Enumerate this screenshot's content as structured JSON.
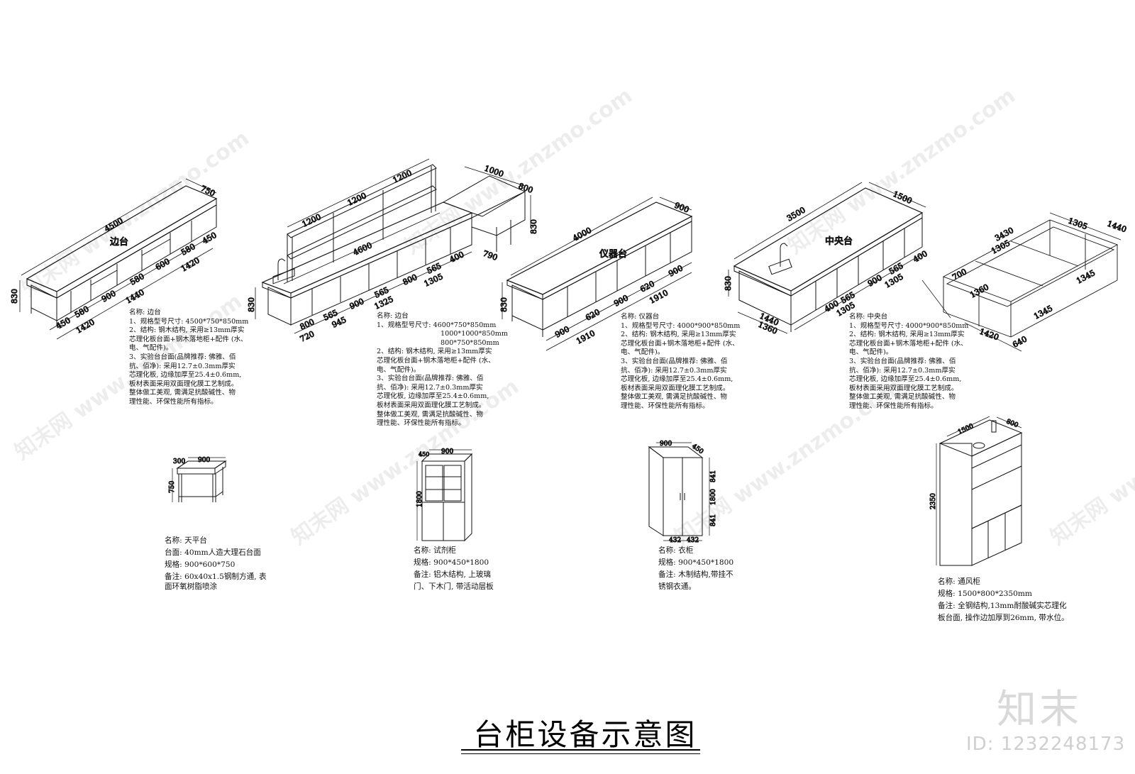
{
  "title": "台柜设备示意图",
  "brand": {
    "name": "知末",
    "id": "ID: 1232248173"
  },
  "watermark": "知末网 www.znzmo.com",
  "items": [
    {
      "key": "side_bench",
      "label": "边台",
      "dims": [
        "4500",
        "750",
        "830",
        "450",
        "580",
        "900",
        "580",
        "600",
        "580",
        "450",
        "1420",
        "1440",
        "1420"
      ],
      "desc": [
        "名称: 边台",
        "1、规格型号尺寸: 4500*750*850mm",
        "2、结构: 钢木结构, 采用≥13mm厚实",
        "芯理化板台面+钢木落地柜+配件 (水、",
        "电、气配件)。",
        "3、实验台台面(品牌推荐: 佛雅、佰",
        "抗、佰净): 采用12.7±0.3mm厚实",
        "芯理化板, 边缘加厚至25.4±0.6mm,",
        "板材表面采用双面理化膜工艺制成。",
        "整体做工美观, 需满足抗酸碱性、物",
        "理性能、环保性能所有指标。"
      ]
    },
    {
      "key": "side_bench_l",
      "label": "边台",
      "dims": [
        "1200",
        "1200",
        "1200",
        "4600",
        "1000",
        "800",
        "830",
        "830",
        "800",
        "565",
        "900",
        "565",
        "800",
        "565",
        "400",
        "720",
        "945",
        "1325",
        "1305",
        "790"
      ],
      "desc": [
        "名称: 边台",
        "1、规格型号尺寸: 4600*750*850mm",
        "1000*1000*850mm",
        "800*750*850mm",
        "2、结构: 钢木结构, 采用≥13mm厚实",
        "芯理化板台面+钢木落地柜+配件 (水、",
        "电、气配件)。",
        "3、实验台台面(品牌推荐: 佛雅、佰",
        "抗、佰净): 采用12.7±0.3mm厚实",
        "芯理化板, 边缘加厚至25.4±0.6mm,",
        "板材表面采用双面理化膜工艺制成。",
        "整体做工美观, 需满足抗酸碱性、物",
        "理性能、环保性能所有指标。"
      ]
    },
    {
      "key": "instrument_bench",
      "label": "仪器台",
      "dims": [
        "4000",
        "900",
        "830",
        "900",
        "620",
        "900",
        "620",
        "900",
        "1910",
        "1910"
      ],
      "desc": [
        "名称: 仪器台",
        "1、规格型号尺寸: 4000*900*850mm",
        "2、结构: 钢木结构, 采用≥13mm厚实",
        "芯理化板台面+钢木落地柜+配件 (水、",
        "电、气配件)。",
        "3、实验台台面(品牌推荐: 佛雅、佰",
        "抗、佰净): 采用12.7±0.3mm厚实",
        "芯理化板, 边缘加厚至25.4±0.6mm,",
        "板材表面采用双面理化膜工艺制成。",
        "整体做工美观, 需满足抗酸碱性、物",
        "理性能、环保性能所有指标。"
      ]
    },
    {
      "key": "central_bench",
      "label": "中央台",
      "dims": [
        "3500",
        "1500",
        "830",
        "1440",
        "1360",
        "400",
        "565",
        "1305",
        "900",
        "565",
        "1305",
        "400"
      ],
      "desc": [
        "名称: 中央台",
        "1、规格型号尺寸: 4000*900*850mm",
        "2、结构: 钢木结构, 采用≥13mm厚实",
        "芯理化板台面+钢木落地柜+配件 (水、",
        "电、气配件)。",
        "3、实验台台面(品牌推荐: 佛雅、佰",
        "抗、佰净): 采用12.7±0.3mm厚实",
        "芯理化板, 边缘加厚至25.4±0.6mm,",
        "板材表面采用双面理化膜工艺制成。",
        "整体做工美观, 需满足抗酸碱性、物",
        "理性能、环保性能所有指标。"
      ]
    },
    {
      "key": "frame",
      "label": "",
      "dims": [
        "3430",
        "1305",
        "1440",
        "1305",
        "700",
        "1360",
        "1345",
        "1420",
        "1345",
        "640"
      ],
      "desc": []
    },
    {
      "key": "balance_table",
      "label": "",
      "dims": [
        "300",
        "900",
        "750"
      ],
      "info": [
        "名称: 天平台",
        "台面: 40mm人造大理石台面",
        "规格: 900*600*750",
        "备注: 60x40x1.5钢制方通, 表",
        "面环氧树脂喷涂"
      ]
    },
    {
      "key": "reagent_cabinet",
      "label": "",
      "dims": [
        "450",
        "900",
        "1800"
      ],
      "info": [
        "名称: 试剂柜",
        "规格: 900*450*1800",
        "备注: 铝木结构, 上玻璃",
        "门、下木门, 带活动层板"
      ]
    },
    {
      "key": "wardrobe",
      "label": "",
      "dims": [
        "900",
        "450",
        "841",
        "1800",
        "841",
        "432",
        "432"
      ],
      "info": [
        "名称: 衣柜",
        "规格: 900*450*1800",
        "备注: 木制结构,带挂不",
        "锈钢衣通。"
      ]
    },
    {
      "key": "fume_hood",
      "label": "",
      "dims": [
        "1500",
        "800",
        "2350"
      ],
      "info": [
        "名称: 通风柜",
        "规格: 1500*800*2350mm",
        "备注: 全钢结构,13mm耐酸碱实芯理化",
        "板台面, 操作边加厚到26mm, 带水位。"
      ]
    }
  ]
}
